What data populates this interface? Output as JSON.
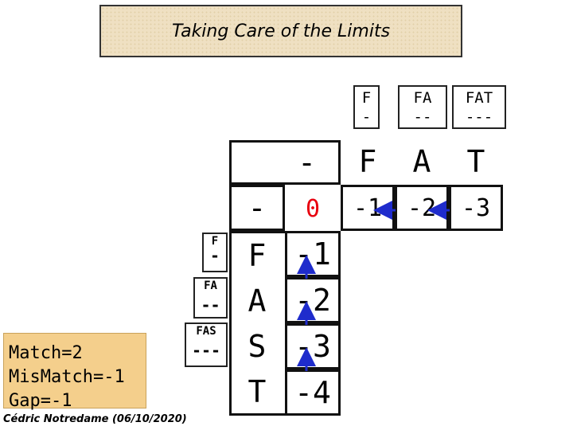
{
  "title": "Taking Care of the Limits",
  "col_prefixes": [
    {
      "label": "F",
      "gaps": "-"
    },
    {
      "label": "FA",
      "gaps": "--"
    },
    {
      "label": "FAT",
      "gaps": "---"
    }
  ],
  "row_prefixes": [
    {
      "label": "F",
      "gaps": "-"
    },
    {
      "label": "FA",
      "gaps": "--"
    },
    {
      "label": "FAS",
      "gaps": "---"
    }
  ],
  "top_sequence": {
    "gap": "-",
    "letters": [
      "F",
      "A",
      "T"
    ]
  },
  "left_sequence": {
    "gap": "-",
    "letters": [
      "F",
      "A",
      "S",
      "T"
    ]
  },
  "origin_value": "0",
  "first_row_values": [
    "-1",
    "-2",
    "-3"
  ],
  "first_col_values": [
    "-1",
    "-2",
    "-3",
    "-4"
  ],
  "scores": {
    "match": "Match=2",
    "mismatch": "MisMatch=-1",
    "gap": "Gap=-1"
  },
  "footer": "Cédric Notredame (06/10/2020)",
  "colors": {
    "origin": "#e8000f",
    "arrow": "#1f2ccc",
    "score_bg": "#f4cf8c",
    "title_bg": "#efe0c2"
  }
}
